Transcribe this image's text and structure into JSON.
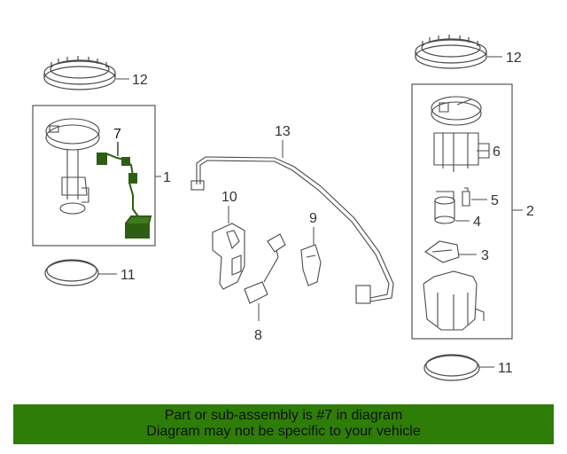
{
  "callouts": {
    "c1": "1",
    "c2": "2",
    "c3": "3",
    "c4": "4",
    "c5": "5",
    "c6": "6",
    "c7": "7",
    "c8": "8",
    "c9": "9",
    "c10": "10",
    "c11_left": "11",
    "c11_right": "11",
    "c12_left": "12",
    "c12_right": "12",
    "c13": "13"
  },
  "highlight_part": "7",
  "colors": {
    "highlight_part": "#2e5e14",
    "banner_background": "#2e7d08",
    "line_art": "#4a4a4a"
  },
  "banner": {
    "line1": "Part or sub-assembly is #7 in diagram",
    "line2": "Diagram may not be specific to your vehicle"
  }
}
